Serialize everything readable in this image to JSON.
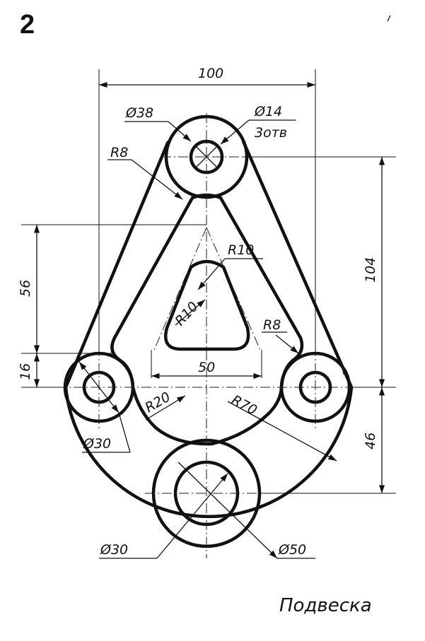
{
  "sheet": {
    "number": "2",
    "part_name": "Подвеска"
  },
  "dimensions": {
    "width_top": "100",
    "dia_38": "Ø38",
    "dia_14": "Ø14",
    "holes": "3отв",
    "r8_top": "R8",
    "r10_top": "R10",
    "r10_inner": "R10",
    "r8_right": "R8",
    "dim_56": "56",
    "dim_16": "16",
    "dim_104": "104",
    "dim_46": "46",
    "width_50": "50",
    "r20": "R20",
    "r70": "R70",
    "dia_30_left": "Ø30",
    "dia_30_bottom": "Ø30",
    "dia_50": "Ø50"
  }
}
